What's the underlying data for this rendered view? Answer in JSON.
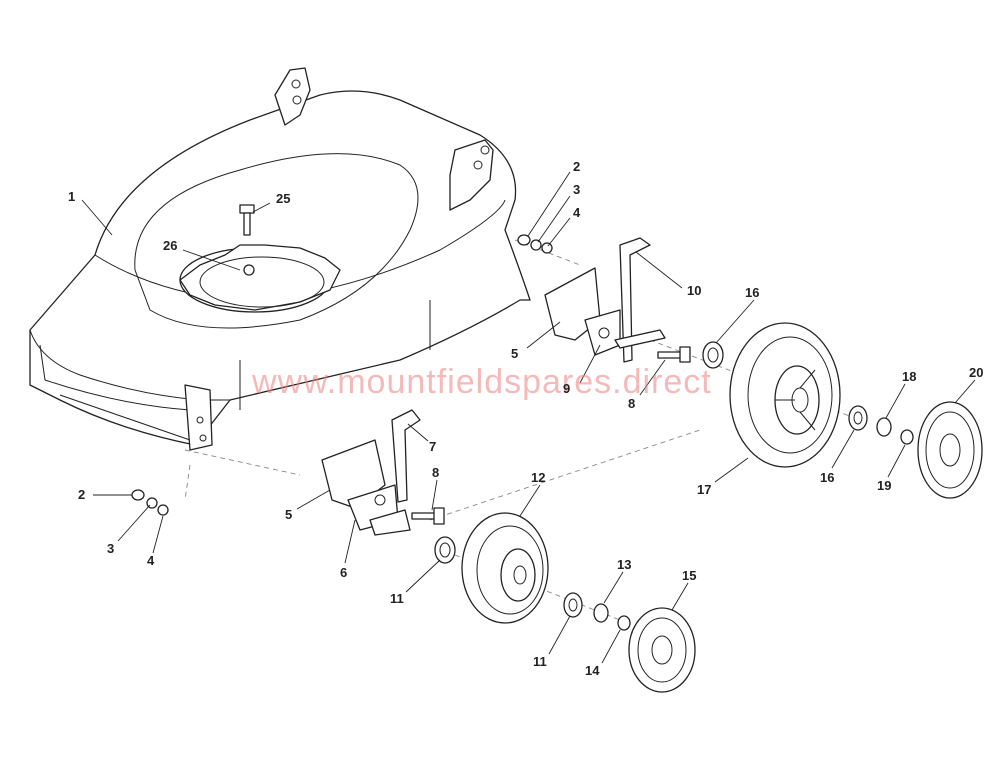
{
  "watermark": "www.mountfieldspares.direct",
  "callouts": [
    {
      "id": "c1",
      "label": "1"
    },
    {
      "id": "c25",
      "label": "25"
    },
    {
      "id": "c26",
      "label": "26"
    },
    {
      "id": "c2a",
      "label": "2"
    },
    {
      "id": "c3a",
      "label": "3"
    },
    {
      "id": "c4a",
      "label": "4"
    },
    {
      "id": "c10",
      "label": "10"
    },
    {
      "id": "c16a",
      "label": "16"
    },
    {
      "id": "c5a",
      "label": "5"
    },
    {
      "id": "c9",
      "label": "9"
    },
    {
      "id": "c8a",
      "label": "8"
    },
    {
      "id": "c18",
      "label": "18"
    },
    {
      "id": "c20",
      "label": "20"
    },
    {
      "id": "c17",
      "label": "17"
    },
    {
      "id": "c16b",
      "label": "16"
    },
    {
      "id": "c19",
      "label": "19"
    },
    {
      "id": "c7",
      "label": "7"
    },
    {
      "id": "c8b",
      "label": "8"
    },
    {
      "id": "c12",
      "label": "12"
    },
    {
      "id": "c2b",
      "label": "2"
    },
    {
      "id": "c3b",
      "label": "3"
    },
    {
      "id": "c4b",
      "label": "4"
    },
    {
      "id": "c5b",
      "label": "5"
    },
    {
      "id": "c6",
      "label": "6"
    },
    {
      "id": "c11a",
      "label": "11"
    },
    {
      "id": "c13",
      "label": "13"
    },
    {
      "id": "c15",
      "label": "15"
    },
    {
      "id": "c11b",
      "label": "11"
    },
    {
      "id": "c14",
      "label": "14"
    }
  ]
}
